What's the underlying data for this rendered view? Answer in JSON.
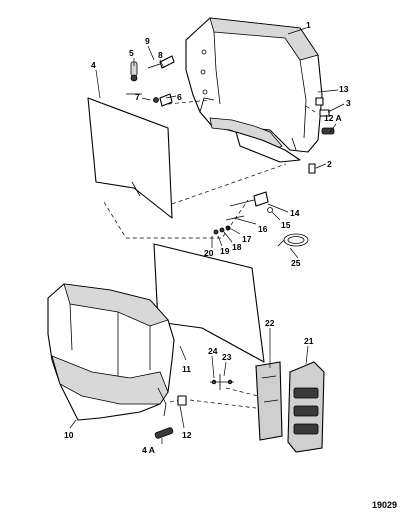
{
  "figure_number": "19029",
  "callouts": {
    "c1": "1",
    "c2": "2",
    "c3": "3",
    "c4": "4",
    "c4a": "4 A",
    "c5": "5",
    "c6": "6",
    "c7": "7",
    "c8": "8",
    "c9": "9",
    "c10": "10",
    "c11": "11",
    "c12": "12",
    "c12a": "12 A",
    "c13": "13",
    "c14": "14",
    "c15": "15",
    "c16": "16",
    "c17": "17",
    "c18": "18",
    "c19": "19",
    "c20": "20",
    "c21": "21",
    "c22": "22",
    "c23": "23",
    "c24": "24",
    "c25": "25"
  }
}
